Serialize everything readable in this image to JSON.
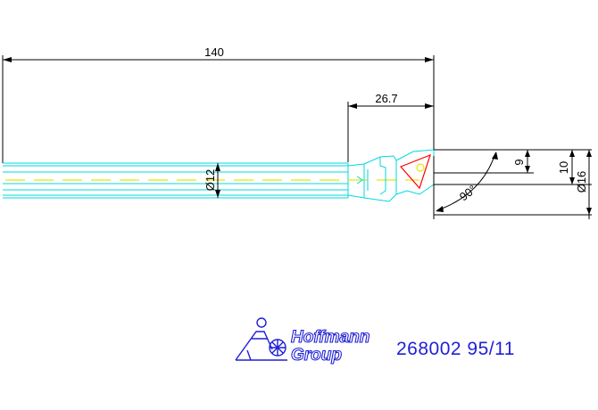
{
  "dimensions": {
    "overall_length": "140",
    "head_length": "26.7",
    "shank_diameter": "Ø12",
    "dim_9": "9",
    "dim_10": "10",
    "bore_diameter": "Ø16",
    "angle": "90°"
  },
  "logo": {
    "line1": "Hoffmann",
    "line2": "Group"
  },
  "part_number": "268002 95/11",
  "colors": {
    "tool_outline": "#00d8e0",
    "center_line": "#e8e800",
    "insert": "#ff0000",
    "dimension": "#000000",
    "logo": "#1f1fd6"
  }
}
